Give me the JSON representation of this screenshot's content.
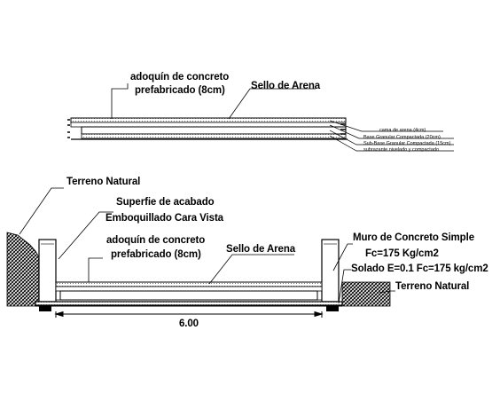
{
  "top_section": {
    "label_adoquin_1": "adoquín de concreto",
    "label_adoquin_2": "prefabricado (8cm)",
    "label_sello": "Sello de Arena",
    "layer_notes": [
      "cama de arena (4cm)",
      "Base Granular Compactada (20cm)",
      "Sub-Base Granular Compactada (15cm)",
      "subrazante nivelado y compactado"
    ]
  },
  "bottom_section": {
    "label_terreno_left": "Terreno Natural",
    "label_superficie": "Superfie de acabado",
    "label_emboquillado": "Emboquillado Cara Vista",
    "label_adoquin_1": "adoquín de concreto",
    "label_adoquin_2": "prefabricado (8cm)",
    "label_sello": "Sello de Arena",
    "label_muro": "Muro de Concreto Simple",
    "label_fc": "Fc=175 Kg/cm2",
    "label_solado": "Solado E=0.1 Fc=175 kg/cm2",
    "label_terreno_right": "Terreno Natural",
    "dimension": "6.00"
  },
  "colors": {
    "line": "#000000",
    "background": "#ffffff"
  }
}
